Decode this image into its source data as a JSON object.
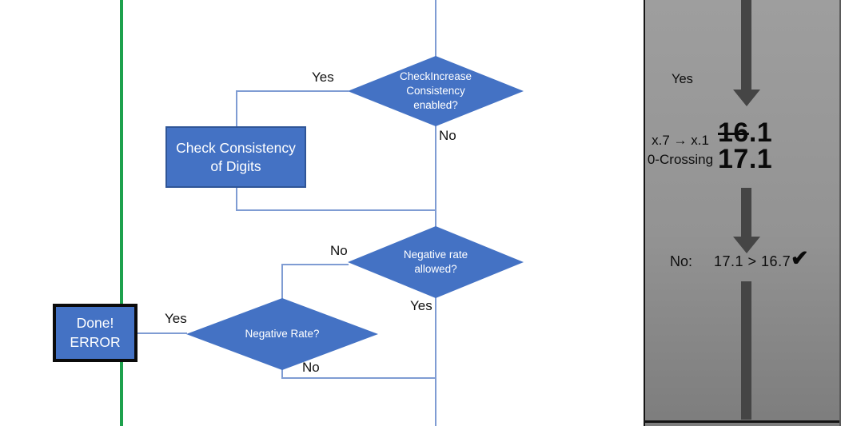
{
  "slide": {
    "flowchart": {
      "decision_check_increase": {
        "label": "CheckIncrease\nConsistency\nenabled?",
        "yes": "Yes",
        "no": "No"
      },
      "process_check_consistency": {
        "label": "Check Consistency\nof Digits"
      },
      "decision_negative_allowed": {
        "label": "Negative rate\nallowed?",
        "no": "No",
        "yes": "Yes"
      },
      "decision_negative_rate": {
        "label": "Negative Rate?",
        "yes": "Yes",
        "no": "No"
      },
      "terminator_done_error": {
        "label": "Done!\nERROR"
      }
    },
    "panel": {
      "yes_label": "Yes",
      "rule_line1": "x.7 → x.1",
      "rule_line2": "0-Crossing",
      "old_value_struck": "16",
      "old_value_rest": ".1",
      "new_value": "17.1",
      "result_label": "No:",
      "comparison": "17.1 > 16.7",
      "check_icon": "✔"
    },
    "colors": {
      "shape_blue": "#4472C4",
      "shape_border": "#2F5597",
      "connector_blue": "#7F9CD3",
      "green_line": "#1EA14D",
      "arrow_gray": "#454545",
      "panel_border": "#141414",
      "label_text": "#111111",
      "shape_text": "#FFFFFF"
    }
  }
}
